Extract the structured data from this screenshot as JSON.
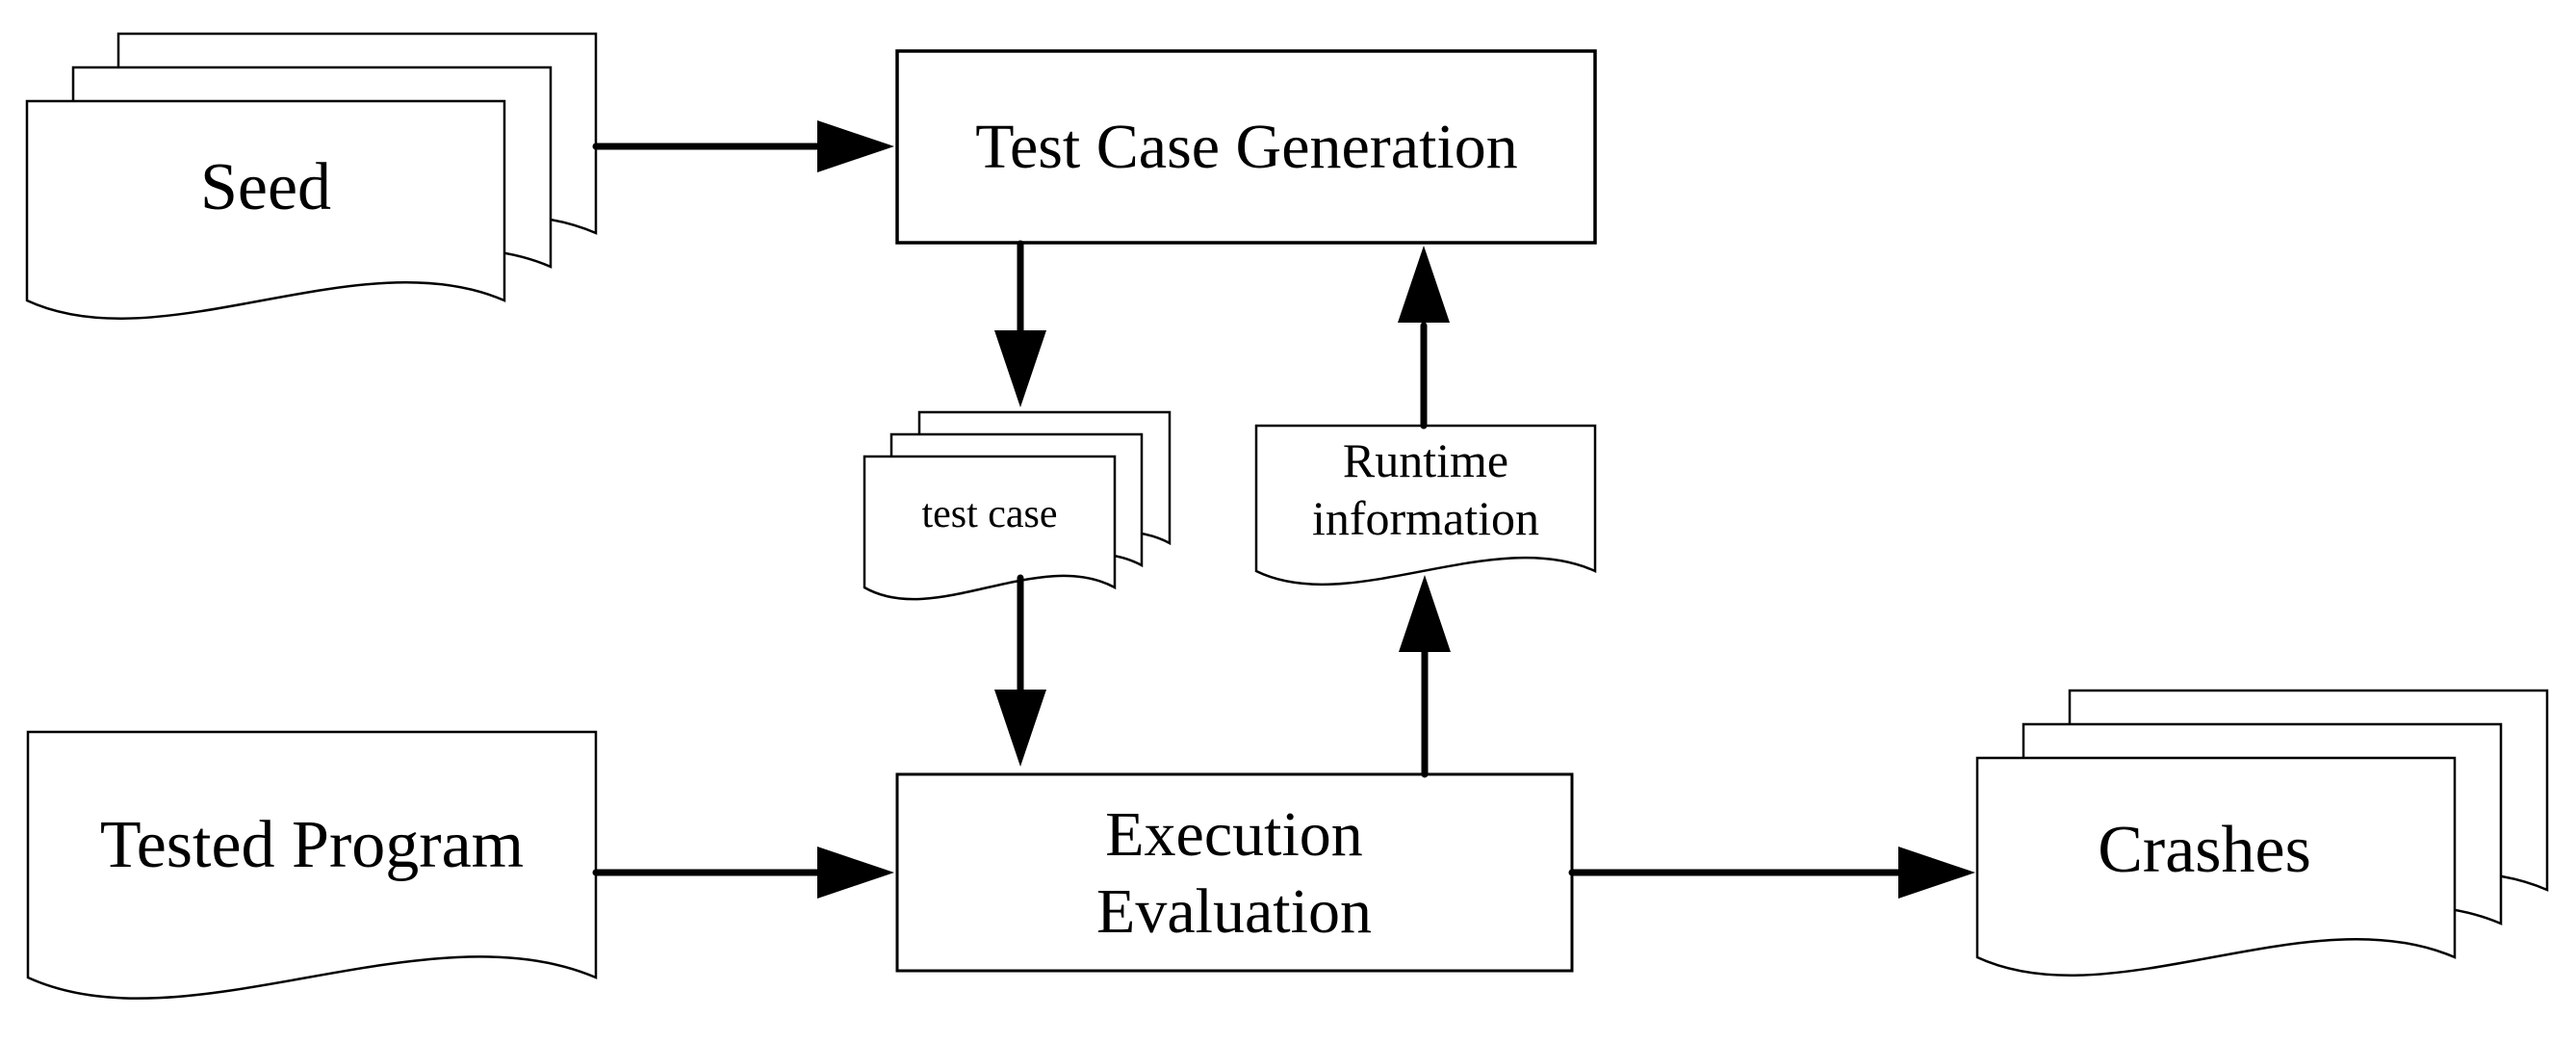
{
  "diagram": {
    "type": "flowchart",
    "background_color": "#ffffff",
    "stroke_color": "#000000",
    "fill_color": "#ffffff",
    "nodes": {
      "seed": {
        "label": "Seed",
        "shape": "document-stack",
        "copies": 3
      },
      "test_case_generation": {
        "label": "Test Case Generation",
        "shape": "process-box"
      },
      "test_case": {
        "label": "test case",
        "shape": "document-stack",
        "copies": 3
      },
      "runtime_information": {
        "label_lines": [
          "Runtime",
          "information"
        ],
        "shape": "document"
      },
      "tested_program": {
        "label": "Tested Program",
        "shape": "document"
      },
      "execution_evaluation": {
        "label_lines": [
          "Execution",
          "Evaluation"
        ],
        "shape": "process-box"
      },
      "crashes": {
        "label": "Crashes",
        "shape": "document-stack",
        "copies": 3
      }
    },
    "edges": [
      {
        "from": "seed",
        "to": "test_case_generation",
        "direction": "right"
      },
      {
        "from": "test_case_generation",
        "to": "test_case",
        "direction": "down"
      },
      {
        "from": "test_case",
        "to": "execution_evaluation",
        "direction": "down"
      },
      {
        "from": "tested_program",
        "to": "execution_evaluation",
        "direction": "right"
      },
      {
        "from": "execution_evaluation",
        "to": "runtime_information",
        "direction": "up"
      },
      {
        "from": "runtime_information",
        "to": "test_case_generation",
        "direction": "up"
      },
      {
        "from": "execution_evaluation",
        "to": "crashes",
        "direction": "right"
      }
    ]
  }
}
